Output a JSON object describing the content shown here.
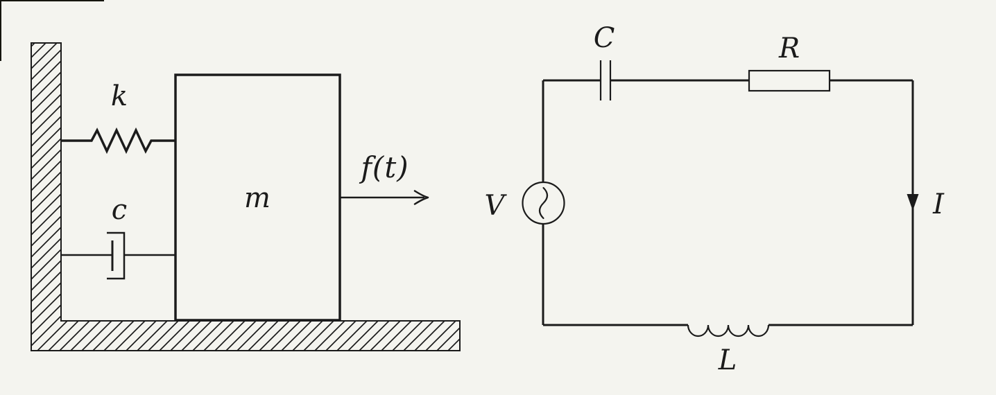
{
  "figure": {
    "background_color": "#f4f4ef",
    "ink_color": "#1b1b1b",
    "mechanical_diagram": {
      "description": "mass-spring-damper system attached to hatched wall and floor",
      "labels": {
        "spring": "k",
        "damper": "c",
        "mass": "m",
        "force": "f(t)"
      }
    },
    "circuit_diagram": {
      "description": "series RLC circuit loop with AC voltage source",
      "labels": {
        "capacitor": "C",
        "resistor": "R",
        "source": "V",
        "current": "I",
        "inductor": "L"
      }
    }
  }
}
